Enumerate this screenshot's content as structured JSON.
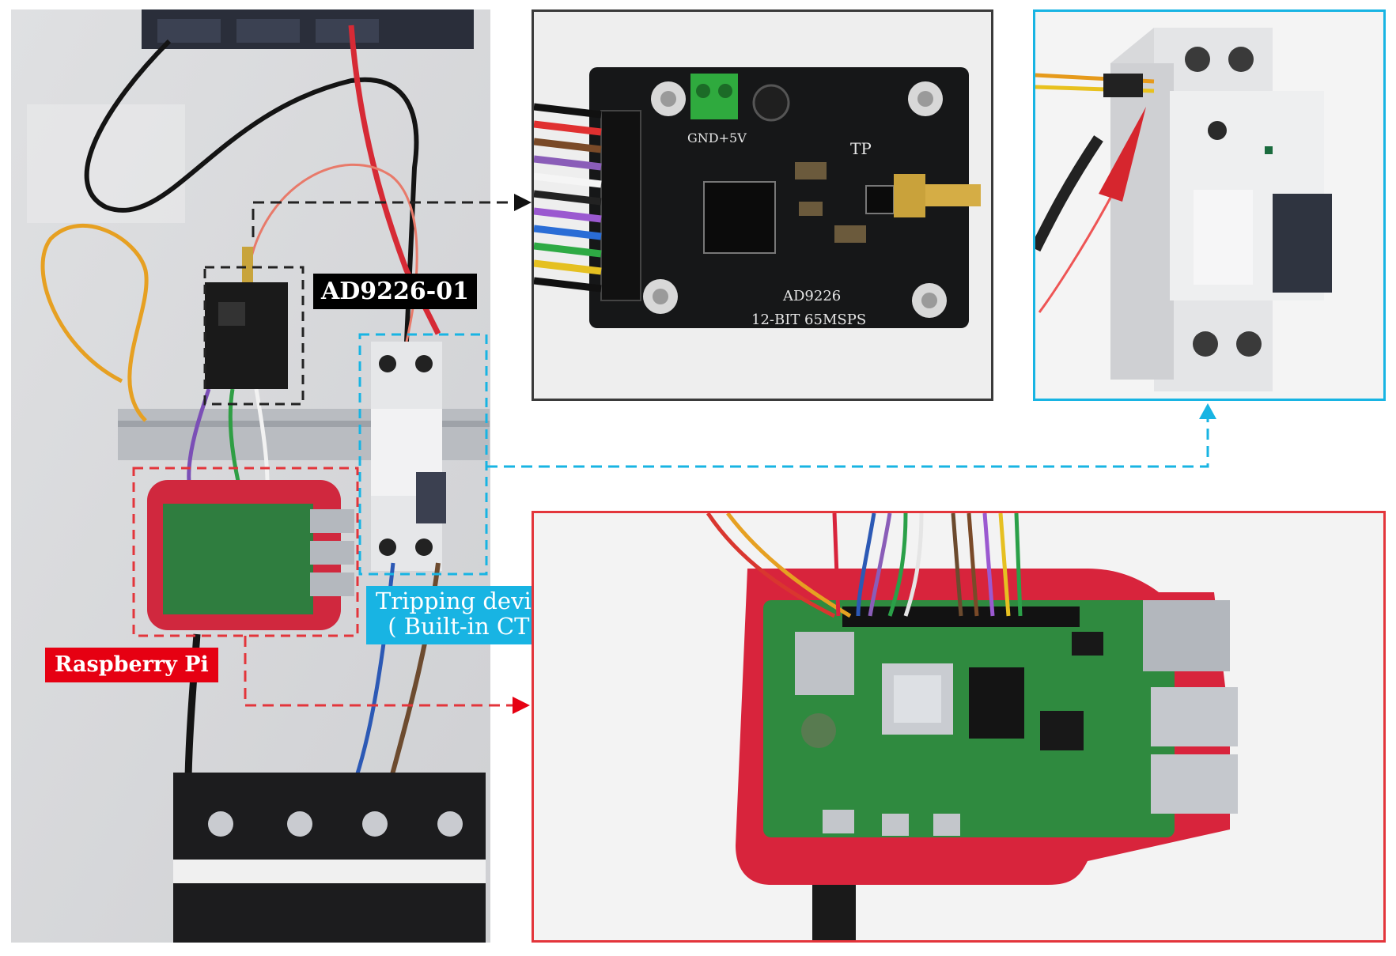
{
  "labels": {
    "adc_module": "AD9226-01",
    "raspberry_pi": "Raspberry Pi",
    "tripping_device_line1": "Tripping  device",
    "tripping_device_line2": "( Built-in CT )"
  },
  "board_text": {
    "silk_power": "GND+5V",
    "silk_chip": "AD9226",
    "silk_spec": "12-BIT 65MSPS",
    "silk_tp": "TP"
  },
  "colors": {
    "adc_frame": "#3a3a3a",
    "breaker_frame": "#18b4e3",
    "pi_frame": "#e3353b",
    "pi_label_bg": "#e60012",
    "tripping_label_bg": "#18b4e3",
    "adc_label_bg": "#000000"
  }
}
